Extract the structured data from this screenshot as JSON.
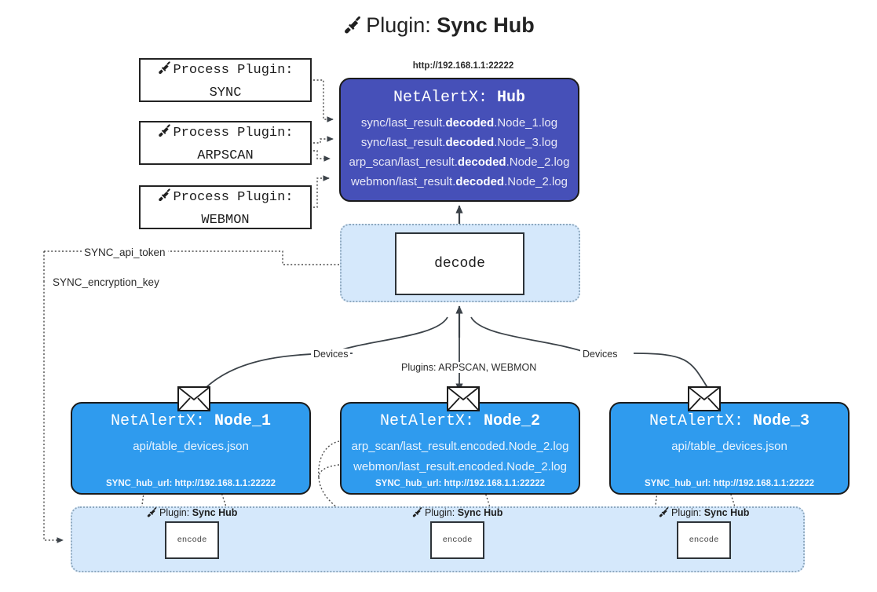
{
  "title": {
    "icon": "plug-icon",
    "label": "Plugin:",
    "name": "Sync Hub"
  },
  "process_plugins": [
    {
      "icon": "plug-icon",
      "label": "Process Plugin:",
      "name": "SYNC"
    },
    {
      "icon": "plug-icon",
      "label": "Process Plugin:",
      "name": "ARPSCAN"
    },
    {
      "icon": "plug-icon",
      "label": "Process Plugin:",
      "name": "WEBMON"
    }
  ],
  "hub": {
    "url": "http://192.168.1.1:22222",
    "title_label": "NetAlertX:",
    "title_name": "Hub",
    "rows": [
      {
        "prefix": "sync/last_result.",
        "mid": "decoded",
        "suffix": ".Node_1.log"
      },
      {
        "prefix": "sync/last_result.",
        "mid": "decoded",
        "suffix": ".Node_3.log"
      },
      {
        "prefix": "arp_scan/last_result.",
        "mid": "decoded",
        "suffix": ".Node_2.log"
      },
      {
        "prefix": "webmon/last_result.",
        "mid": "decoded",
        "suffix": ".Node_2.log"
      }
    ]
  },
  "decode": {
    "label": "decode"
  },
  "edge_labels": {
    "api_token": "SYNC_api_token",
    "encryption_key": "SYNC_encryption_key",
    "devices_left": "Devices",
    "devices_right": "Devices",
    "plugins_mid": "Plugins: ARPSCAN, WEBMON"
  },
  "nodes": [
    {
      "title_label": "NetAlertX:",
      "title_name": "Node_1",
      "lines": [
        "api/table_devices.json"
      ],
      "footer": "SYNC_hub_url: http://192.168.1.1:22222",
      "envelope_icon": "envelope-icon"
    },
    {
      "title_label": "NetAlertX:",
      "title_name": "Node_2",
      "lines": [
        "arp_scan/last_result.encoded.Node_2.log",
        "webmon/last_result.encoded.Node_2.log"
      ],
      "footer": "SYNC_hub_url: http://192.168.1.1:22222",
      "envelope_icon": "envelope-icon"
    },
    {
      "title_label": "NetAlertX:",
      "title_name": "Node_3",
      "lines": [
        "api/table_devices.json"
      ],
      "footer": "SYNC_hub_url: http://192.168.1.1:22222",
      "envelope_icon": "envelope-icon"
    }
  ],
  "encoders": [
    {
      "caption_icon": "plug-icon",
      "caption_label": "Plugin:",
      "caption_name": "Sync Hub",
      "box_label": "encode"
    },
    {
      "caption_icon": "plug-icon",
      "caption_label": "Plugin:",
      "caption_name": "Sync Hub",
      "box_label": "encode"
    },
    {
      "caption_icon": "plug-icon",
      "caption_label": "Plugin:",
      "caption_name": "Sync Hub",
      "box_label": "encode"
    }
  ],
  "colors": {
    "hub_fill": "#4650b8",
    "node_fill": "#2f9bee",
    "group_fill": "#d5e8fb",
    "group_border": "#8fa9bf",
    "outline": "#1b1b1b",
    "background": "#ffffff"
  }
}
